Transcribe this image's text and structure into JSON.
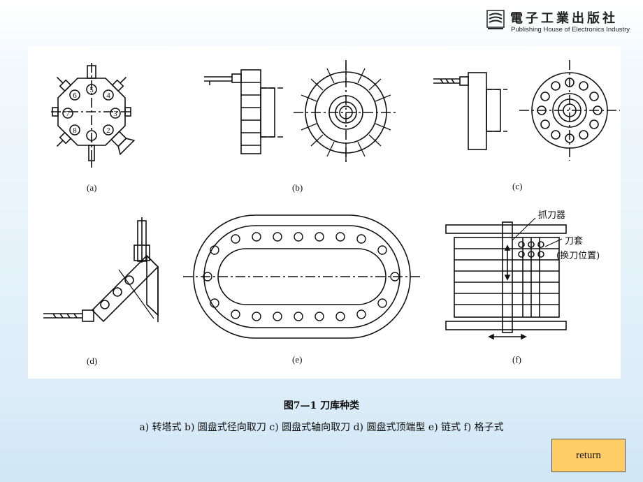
{
  "header": {
    "publisher_cn": "電子工業出版社",
    "publisher_en": "Publishing House of Electronics Industry"
  },
  "figure": {
    "labels": {
      "a": "(a)",
      "b": "(b)",
      "c": "(c)",
      "d": "(d)",
      "e": "(e)",
      "f": "(f)"
    },
    "turret_numbers": [
      "1",
      "2",
      "3",
      "4",
      "5",
      "6",
      "7",
      "8"
    ],
    "grid_annotations": {
      "gripper": "抓刀器",
      "sleeve": "刀套",
      "exchange_position": "(换刀位置)"
    }
  },
  "caption": {
    "title": "图7—1  刀库种类",
    "subtitle": "a) 转塔式  b) 圆盘式径向取刀  c) 圆盘式轴向取刀  d) 圆盘式顶端型  e) 链式  f) 格子式"
  },
  "nav": {
    "return_label": "return",
    "button_color": "#ffcc66"
  }
}
